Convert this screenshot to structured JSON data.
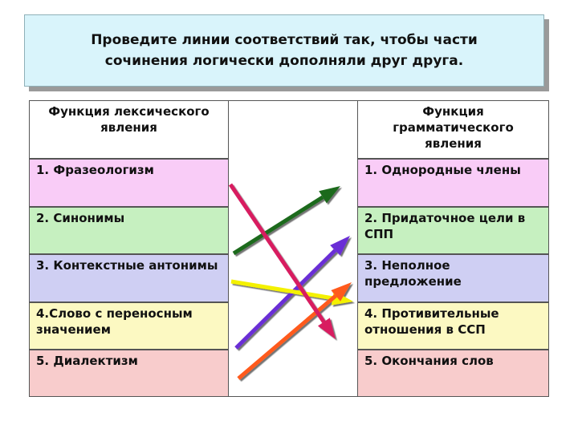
{
  "title": {
    "line1": "Проведите линии соответствий так, чтобы части",
    "line2": "сочинения логически дополняли друг друга."
  },
  "headers": {
    "left": "Функция лексического явления",
    "right": "Функция грамматического явления"
  },
  "left_items": [
    "1. Фразеологизм",
    "2. Синонимы",
    "3. Контекстные антонимы",
    "4.Слово с переносным значением",
    "5. Диалектизм"
  ],
  "right_items": [
    "1. Однородные члены",
    "2. Придаточное цели в СПП",
    "3. Неполное предложение",
    "4. Противительные отношения в ССП",
    "5. Окончания слов"
  ],
  "row_colors": [
    "#f9ccf7",
    "#c6f0c0",
    "#cfcff3",
    "#fcf9c2",
    "#f8cccc"
  ],
  "arrows": [
    {
      "name": "green-arrow",
      "color": "#1f6b1f"
    },
    {
      "name": "crimson-arrow",
      "color": "#d81b60"
    },
    {
      "name": "purple-arrow",
      "color": "#6a2fd6"
    },
    {
      "name": "yellow-arrow",
      "color": "#f4f100"
    },
    {
      "name": "orange-arrow",
      "color": "#ff5a1f"
    }
  ]
}
